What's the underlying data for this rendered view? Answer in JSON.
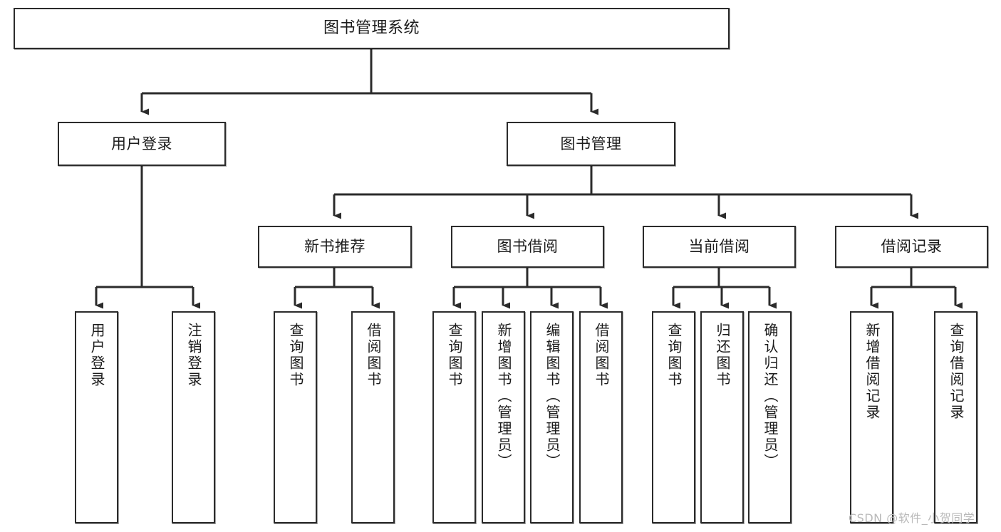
{
  "diagram": {
    "type": "tree",
    "title": "图书管理系统",
    "nodes": {
      "root": {
        "label": "图书管理系统"
      },
      "level2": [
        {
          "id": "user-login",
          "label": "用户登录"
        },
        {
          "id": "book-manage",
          "label": "图书管理"
        }
      ],
      "level3": [
        {
          "id": "new-book-recommend",
          "label": "新书推荐"
        },
        {
          "id": "book-borrow",
          "label": "图书借阅"
        },
        {
          "id": "current-borrow",
          "label": "当前借阅"
        },
        {
          "id": "borrow-record",
          "label": "借阅记录"
        }
      ],
      "leaves": [
        {
          "id": "leaf-user-login",
          "label": "用户登录",
          "parent": "user-login"
        },
        {
          "id": "leaf-user-logout",
          "label": "注销登录",
          "parent": "user-login"
        },
        {
          "id": "leaf-query-book-1",
          "label": "查询图书",
          "parent": "new-book-recommend"
        },
        {
          "id": "leaf-borrow-book-1",
          "label": "借阅图书",
          "parent": "new-book-recommend"
        },
        {
          "id": "leaf-query-book-2",
          "label": "查询图书",
          "parent": "book-borrow"
        },
        {
          "id": "leaf-add-book",
          "label": "新增图书（管理员）",
          "parent": "book-borrow"
        },
        {
          "id": "leaf-edit-book",
          "label": "编辑图书（管理员）",
          "parent": "book-borrow"
        },
        {
          "id": "leaf-borrow-book-2",
          "label": "借阅图书",
          "parent": "book-borrow"
        },
        {
          "id": "leaf-query-book-3",
          "label": "查询图书",
          "parent": "current-borrow"
        },
        {
          "id": "leaf-return-book",
          "label": "归还图书",
          "parent": "current-borrow"
        },
        {
          "id": "leaf-confirm-return",
          "label": "确认归还（管理员）",
          "parent": "current-borrow"
        },
        {
          "id": "leaf-add-record",
          "label": "新增借阅记录",
          "parent": "borrow-record"
        },
        {
          "id": "leaf-query-record",
          "label": "查询借阅记录",
          "parent": "borrow-record"
        }
      ]
    },
    "colors": {
      "stroke": "#2b2b2b",
      "fill": "#ffffff",
      "text": "#1b1b1b",
      "watermark": "#b9b9b9"
    }
  },
  "watermark": {
    "text": "CSDN @软件_小贺同学"
  }
}
